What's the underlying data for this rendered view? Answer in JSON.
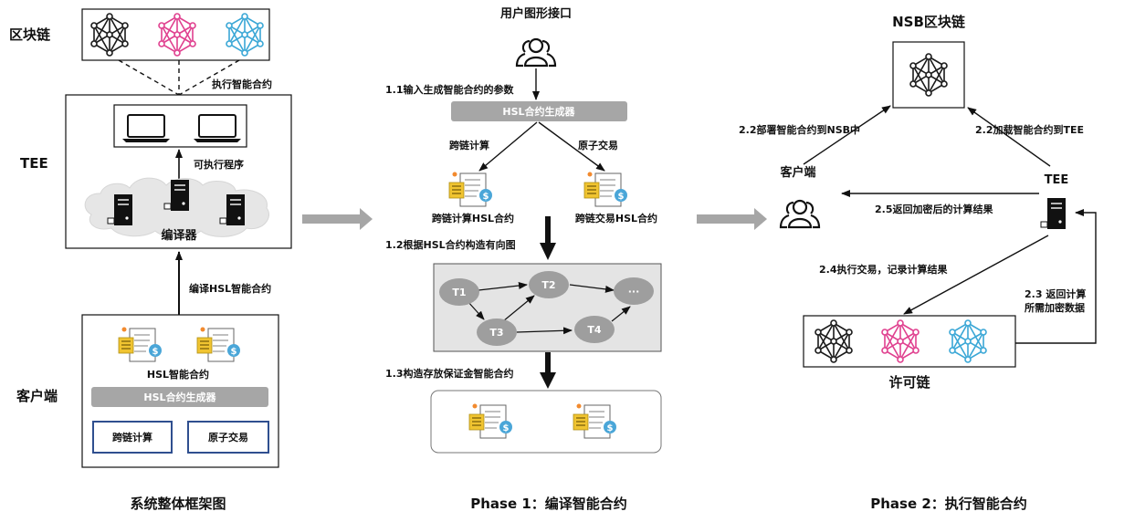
{
  "architecture": {
    "blockchain_label": "区块链",
    "tee_label": "TEE",
    "client_label": "客户端",
    "execute_contract_label": "执行智能合约",
    "executable_label": "可执行程序",
    "compiler_label": "编译器",
    "compile_label": "编译HSL智能合约",
    "hsl_contract_label": "HSL智能合约",
    "generator_label": "HSL合约生成器",
    "cross_chain_button": "跨链计算",
    "atomic_swap_button": "原子交易",
    "caption": "系统整体框架图"
  },
  "phase1": {
    "gui_label": "用户图形接口",
    "step_1_1": "1.1输入生成智能合约的参数",
    "generator_label": "HSL合约生成器",
    "cross_chain_label": "跨链计算",
    "atomic_swap_label": "原子交易",
    "cross_chain_contract": "跨链计算HSL合约",
    "atomic_swap_contract": "跨链交易HSL合约",
    "step_1_2": "1.2根据HSL合约构造有向图",
    "nodes": [
      "T1",
      "T2",
      "T3",
      "T4",
      "···"
    ],
    "step_1_3": "1.3构造存放保证金智能合约",
    "caption": "Phase 1：编译智能合约"
  },
  "phase2": {
    "nsb_label": "NSB区块链",
    "step_2_2_deploy": "2.2部署智能合约到NSB中",
    "step_2_2_load": "2.2加载智能合约到TEE",
    "client_label": "客户端",
    "tee_label": "TEE",
    "step_2_5": "2.5返回加密后的计算结果",
    "step_2_4": "2.4执行交易，记录计算结果",
    "step_2_3_line1": "2.3 返回计算",
    "step_2_3_line2": "所需加密数据",
    "permissioned_label": "许可链",
    "caption": "Phase 2：执行智能合约"
  },
  "colors": {
    "network_black": "#1a1a1a",
    "network_pink": "#e0408f",
    "network_blue": "#3aa7d6",
    "generator_bar": "#a6a6a6",
    "graph_panel": "#e4e4e4",
    "graph_node": "#9e9e9e",
    "button_border": "#2f4f8f",
    "gray_arrow": "#a6a6a6"
  }
}
